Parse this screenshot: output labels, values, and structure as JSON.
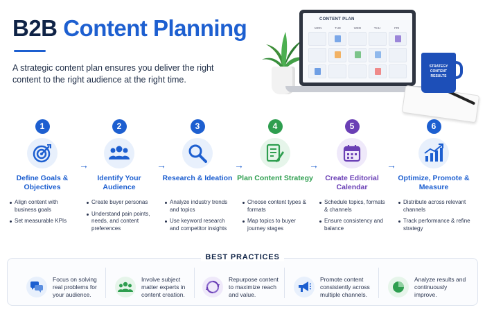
{
  "header": {
    "title_part1": "B2B",
    "title_part2": "Content Planning",
    "subtitle": "A strategic content plan ensures you deliver the right content to the right audience at the right time."
  },
  "hero": {
    "screen_title": "CONTENT PLAN",
    "days": [
      "MON",
      "TUE",
      "WED",
      "THU",
      "FRI"
    ],
    "mug_text": [
      "STRATEGY",
      "CONTENT",
      "RESULTS"
    ]
  },
  "colors": {
    "navy": "#0f2346",
    "blue": "#1d5fd0",
    "green": "#2e9e4f",
    "purple": "#6a3fb5"
  },
  "steps": [
    {
      "number": "1",
      "title": "Define Goals & Objectives",
      "icon": "target-icon",
      "color": "#1d5fd0",
      "bullets": [
        "Align content with business goals",
        "Set measurable KPIs"
      ]
    },
    {
      "number": "2",
      "title": "Identify Your Audience",
      "icon": "people-icon",
      "color": "#1d5fd0",
      "bullets": [
        "Create buyer personas",
        "Understand pain points, needs, and content preferences"
      ]
    },
    {
      "number": "3",
      "title": "Research & Ideation",
      "icon": "magnifier-icon",
      "color": "#1d5fd0",
      "bullets": [
        "Analyze industry trends and topics",
        "Use keyword research and competitor insights"
      ]
    },
    {
      "number": "4",
      "title": "Plan Content Strategy",
      "icon": "document-pencil-icon",
      "color": "#2e9e4f",
      "bullets": [
        "Choose content types & formats",
        "Map topics to buyer journey stages"
      ]
    },
    {
      "number": "5",
      "title": "Create Editorial Calendar",
      "icon": "calendar-icon",
      "color": "#6a3fb5",
      "bullets": [
        "Schedule topics, formats & channels",
        "Ensure consistency and balance"
      ]
    },
    {
      "number": "6",
      "title": "Optimize, Promote & Measure",
      "icon": "growth-chart-icon",
      "color": "#1d5fd0",
      "bullets": [
        "Distribute across relevant channels",
        "Track performance & refine strategy"
      ]
    }
  ],
  "best_practices": {
    "heading": "BEST PRACTICES",
    "items": [
      {
        "icon": "chat-bubbles-icon",
        "text": "Focus on solving real problems for your audience."
      },
      {
        "icon": "team-icon",
        "text": "Involve subject matter experts in content creation."
      },
      {
        "icon": "recycle-icon",
        "text": "Repurpose content to maximize reach and value."
      },
      {
        "icon": "megaphone-icon",
        "text": "Promote content consistently across multiple channels."
      },
      {
        "icon": "pie-chart-icon",
        "text": "Analyze results and continuously improve."
      }
    ]
  }
}
